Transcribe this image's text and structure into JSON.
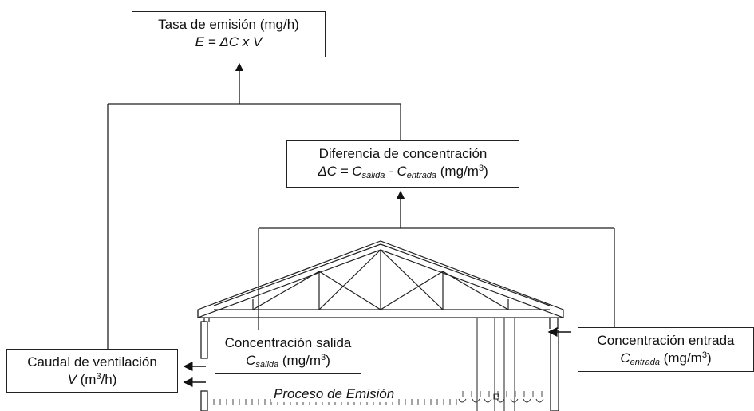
{
  "box_emission": {
    "title": "Tasa de emisión (mg/h)",
    "formula": "E = ΔC x V"
  },
  "box_difference": {
    "title": "Diferencia de concentración",
    "lhs": "ΔC = C",
    "sub_out": "salida",
    "minus": " - C",
    "sub_in": "entrada",
    "unit": " (mg/m",
    "unit_exp": "3",
    "unit_close": ")"
  },
  "box_outlet": {
    "title": "Concentración salida",
    "var": "C",
    "sub": "salida",
    "unit": " (mg/m",
    "unit_exp": "3",
    "unit_close": ")"
  },
  "box_inlet": {
    "title": "Concentración entrada",
    "var": "C",
    "sub": "entrada",
    "unit": " (mg/m",
    "unit_exp": "3",
    "unit_close": ")"
  },
  "box_flow": {
    "title": "Caudal de ventilación",
    "var": "V",
    "unit": " (m",
    "unit_exp": "3",
    "unit_close": "/h)"
  },
  "process_label": "Proceso de Emisión"
}
